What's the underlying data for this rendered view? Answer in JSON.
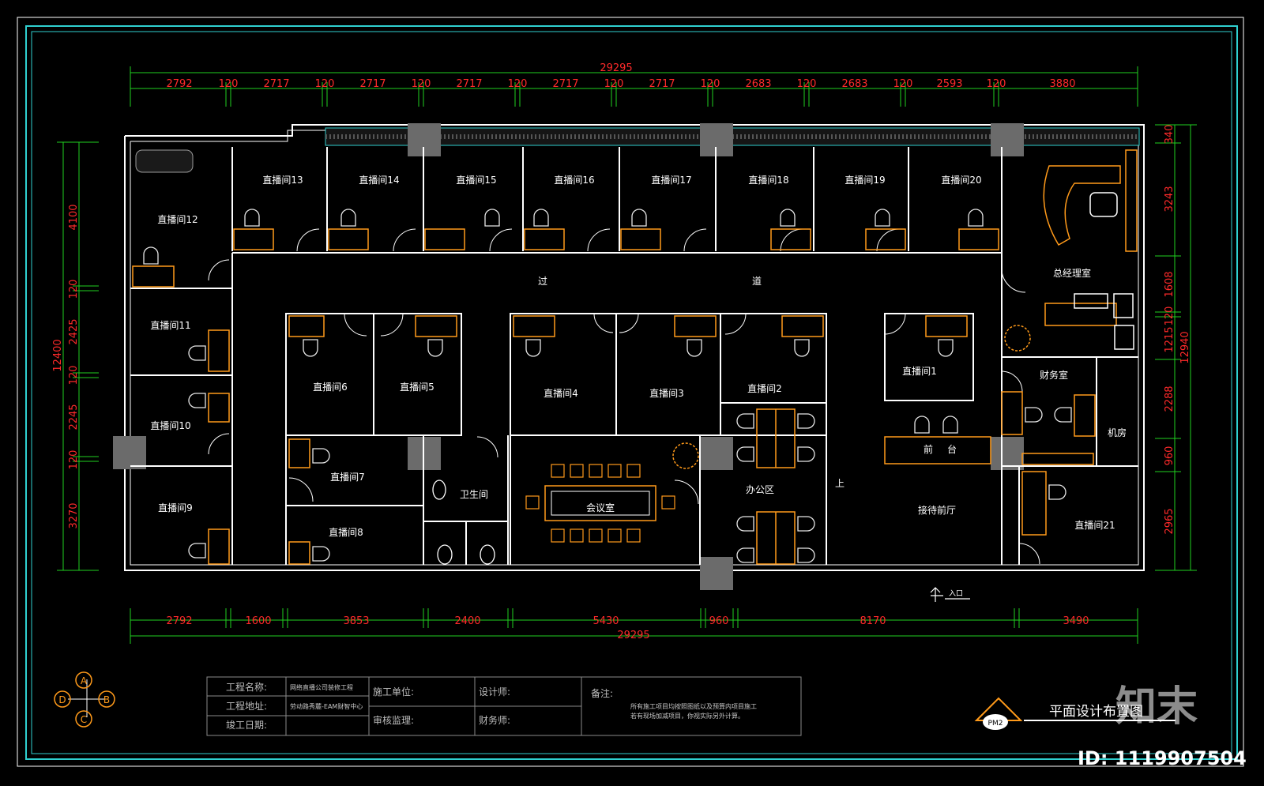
{
  "dimensions": {
    "total": "29295",
    "top": [
      "2792",
      "120",
      "2717",
      "120",
      "2717",
      "120",
      "2717",
      "120",
      "2717",
      "120",
      "2717",
      "120",
      "2683",
      "120",
      "2683",
      "120",
      "2593",
      "120",
      "3880"
    ],
    "bottom": [
      "2792",
      "1600",
      "3853",
      "2400",
      "5430",
      "960",
      "8170",
      "3490"
    ],
    "left": [
      "4100",
      "120",
      "2425",
      "120",
      "2245",
      "120",
      "3270"
    ],
    "left_total": "12400",
    "right": [
      "340",
      "3243",
      "1608",
      "120",
      "1215",
      "2288",
      "960",
      "2965"
    ],
    "right_total": "12940"
  },
  "rooms": {
    "r13": "直播间13",
    "r14": "直播间14",
    "r15": "直播间15",
    "r16": "直播间16",
    "r17": "直播间17",
    "r18": "直播间18",
    "r19": "直播间19",
    "r20": "直播间20",
    "r12": "直播间12",
    "r11": "直播间11",
    "r10": "直播间10",
    "r9": "直播间9",
    "r6": "直播间6",
    "r5": "直播间5",
    "r4": "直播间4",
    "r3": "直播间3",
    "r2": "直播间2",
    "r1": "直播间1",
    "r7": "直播间7",
    "r8": "直播间8",
    "r21": "直播间21",
    "manager": "总经理室",
    "finance": "财务室",
    "server": "机房",
    "reception_desk_1": "前",
    "reception_desk_2": "台",
    "lobby": "接待前厅",
    "office": "办公区",
    "meeting": "会议室",
    "toilet": "卫生间",
    "corridor_1": "过",
    "corridor_2": "道",
    "stairs_up": "上",
    "entrance": "入口"
  },
  "title_block": {
    "project_name_label": "工程名称:",
    "project_name_value": "网络直播公司装修工程",
    "project_address_label": "工程地址:",
    "project_address_value": "劳动路秀麓-EAM财智中心",
    "completion_label": "竣工日期:",
    "builder_label": "施工单位:",
    "supervisor_label": "审核监理:",
    "designer_label": "设计师:",
    "finance_label": "财务师:",
    "notes_label": "备注:",
    "notes_line1": "所有施工项目均按照图纸以及预算内项目施工",
    "notes_line2": "若有现场加减项目，你视实际另外计算。",
    "drawing_title": "平面设计布置图",
    "drawing_code": "PM2"
  },
  "compass": {
    "a": "A",
    "b": "B",
    "c": "C",
    "d": "D"
  },
  "watermark": {
    "brand": "知末",
    "id": "ID: 1119907504"
  },
  "colors": {
    "background": "#000000",
    "frame": "#2fd0d0",
    "wall": "#ffffff",
    "dimension": "#ff2a2a",
    "dimension_line": "#1fd11f",
    "furniture": "#ff9a1a"
  }
}
